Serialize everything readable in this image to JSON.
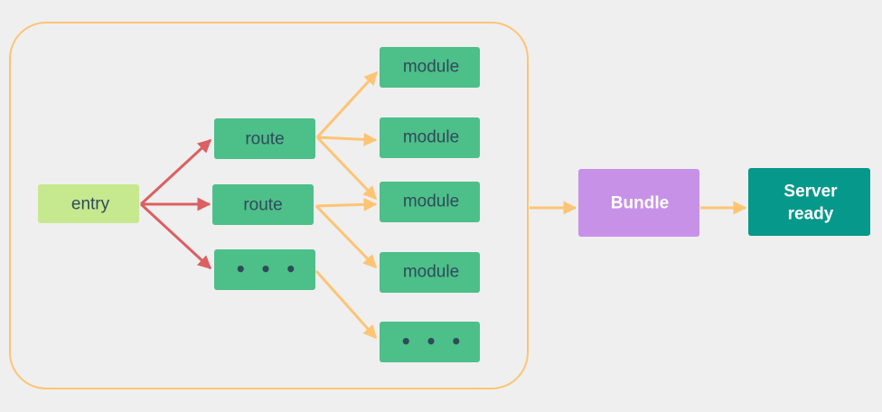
{
  "diagram": {
    "nodes": {
      "entry": "entry",
      "route_1": "route",
      "route_2": "route",
      "route_3": "• • •",
      "module_1": "module",
      "module_2": "module",
      "module_3": "module",
      "module_4": "module",
      "module_5": "• • •",
      "bundle": "Bundle",
      "server_line_1": "Server",
      "server_line_2": "ready"
    },
    "colors": {
      "background": "#efefef",
      "entry": "#c6e88e",
      "route_module": "#4dbf89",
      "bundle": "#c891e8",
      "server": "#06988a",
      "frame": "#fdc474",
      "arrow_red": "#dc5f61",
      "arrow_orange": "#fdc474",
      "text_dark": "#2f4a5a",
      "text_light": "#ffffff"
    }
  }
}
